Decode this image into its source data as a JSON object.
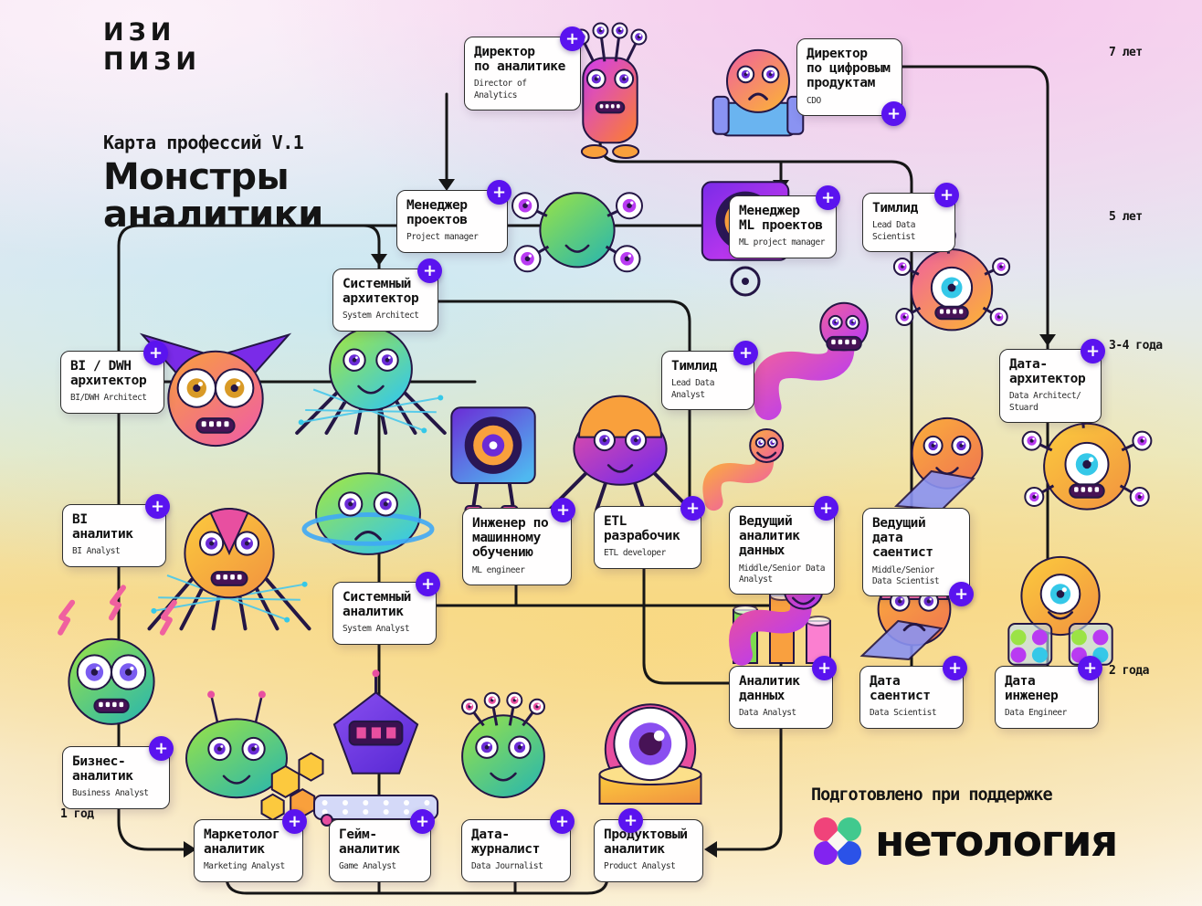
{
  "header": {
    "logo": "ИЗИ\nПИЗИ",
    "subtitle": "Карта профессий V.1",
    "title": "Монстры\nаналитики"
  },
  "timeline": [
    {
      "id": "7-let",
      "label": "7 лет"
    },
    {
      "id": "5-let",
      "label": "5 лет"
    },
    {
      "id": "3-4-goda",
      "label": "3-4 года"
    },
    {
      "id": "2-goda",
      "label": "2 года"
    },
    {
      "id": "1-god",
      "label": "1 год"
    }
  ],
  "cards": [
    {
      "id": "director-analytics",
      "title": "Директор\nпо аналитике",
      "subtitle": "Director of Analytics"
    },
    {
      "id": "cdo",
      "title": "Директор\nпо цифровым\nпродуктам",
      "subtitle": "CDO"
    },
    {
      "id": "project-manager",
      "title": "Менеджер\nпроектов",
      "subtitle": "Project manager"
    },
    {
      "id": "ml-project-manager",
      "title": "Менеджер\nML проектов",
      "subtitle": "ML project manager"
    },
    {
      "id": "lead-data-scientist",
      "title": "Тимлид",
      "subtitle": "Lead Data\nScientist"
    },
    {
      "id": "system-architect",
      "title": "Системный\nархитектор",
      "subtitle": "System Architect"
    },
    {
      "id": "bi-dwh-architect",
      "title": "BI / DWH\nархитектор",
      "subtitle": "BI/DWH Architect"
    },
    {
      "id": "lead-data-analyst",
      "title": "Тимлид",
      "subtitle": "Lead Data\nAnalyst"
    },
    {
      "id": "data-architect",
      "title": "Дата-\nархитектор",
      "subtitle": "Data Architect/\nStuard"
    },
    {
      "id": "bi-analyst",
      "title": "BI\nаналитик",
      "subtitle": "BI Analyst"
    },
    {
      "id": "ml-engineer",
      "title": "Инженер по\nмашинному\nобучению",
      "subtitle": "ML engineer"
    },
    {
      "id": "etl-developer",
      "title": "ETL\nразрабочик",
      "subtitle": "ETL developer"
    },
    {
      "id": "senior-data-analyst",
      "title": "Ведущий\nаналитик\nданных",
      "subtitle": "Middle/Senior Data\nAnalyst"
    },
    {
      "id": "senior-data-scientist",
      "title": "Ведущий дата\nсаентист",
      "subtitle": "Middle/Senior\nData Scientist"
    },
    {
      "id": "system-analyst",
      "title": "Системный\nаналитик",
      "subtitle": "System Analyst"
    },
    {
      "id": "data-analyst",
      "title": "Аналитик\nданных",
      "subtitle": "Data Analyst"
    },
    {
      "id": "data-scientist",
      "title": "Дата\nсаентист",
      "subtitle": "Data Scientist"
    },
    {
      "id": "data-engineer",
      "title": "Дата\nинженер",
      "subtitle": "Data Engineer"
    },
    {
      "id": "business-analyst",
      "title": "Бизнес-\nаналитик",
      "subtitle": "Business Analyst"
    },
    {
      "id": "marketing-analyst",
      "title": "Маркетолог\nаналитик",
      "subtitle": "Marketing Analyst"
    },
    {
      "id": "game-analyst",
      "title": "Гейм-\nаналитик",
      "subtitle": "Game Analyst"
    },
    {
      "id": "data-journalist",
      "title": "Дата-\nжурналист",
      "subtitle": "Data Journalist"
    },
    {
      "id": "product-analyst",
      "title": "Продуктовый\nаналитик",
      "subtitle": "Product Analyst"
    }
  ],
  "footer": {
    "supported_by": "Подготовлено при поддержке",
    "brand": "нетология",
    "brand_colors": {
      "pink": "#F0437A",
      "green": "#41C98E",
      "purple": "#8223F0",
      "blue": "#2B52E8"
    }
  },
  "ui": {
    "plus_glyph": "+"
  },
  "colors": {
    "plus_button": "#5A13EF",
    "card_border": "#2E2E2E",
    "line": "#161616"
  }
}
